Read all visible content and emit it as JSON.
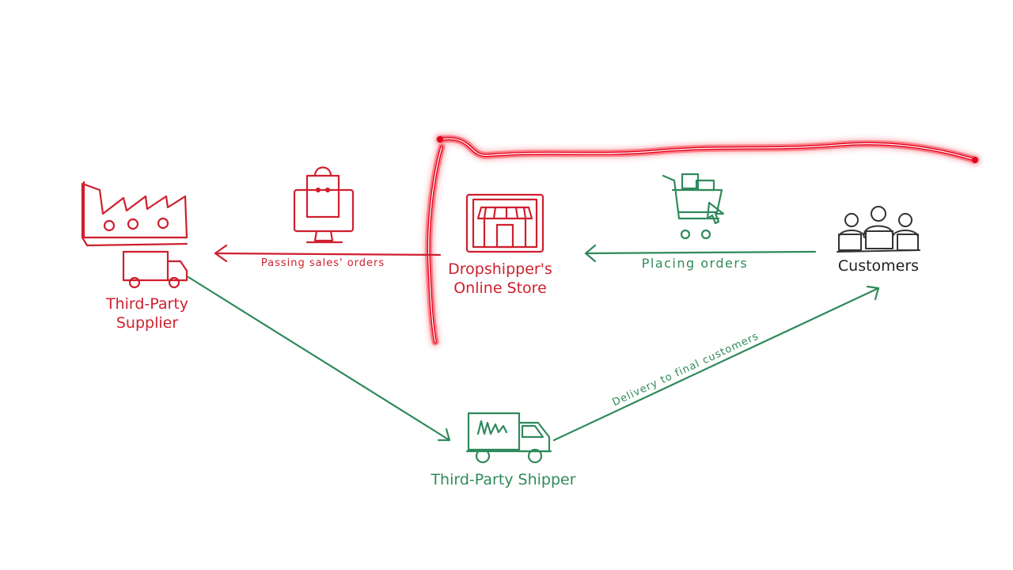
{
  "colors": {
    "supplier_red": "#cf1f2e",
    "shipper_green": "#2f8a5a",
    "customers_ink": "#222222",
    "highlight_red": "#e3001b",
    "background": "#ffffff"
  },
  "nodes": {
    "supplier": {
      "label_line1": "Third-Party",
      "label_line2": "Supplier",
      "icon": "factory-with-truck-icon"
    },
    "store": {
      "label_line1": "Dropshipper's",
      "label_line2": "Online Store",
      "icon": "storefront-monitor-icon"
    },
    "customers": {
      "label": "Customers",
      "icon": "people-at-laptops-icon"
    },
    "shipper": {
      "label": "Third-Party Shipper",
      "icon": "delivery-truck-icon"
    }
  },
  "edges": {
    "placing_orders": {
      "label": "Placing orders",
      "icon": "shopping-cart-icon"
    },
    "passing_orders": {
      "label": "Passing sales' orders",
      "icon": "monitor-shopping-bag-icon"
    },
    "supplier_to_shipper": {
      "label": ""
    },
    "delivery": {
      "label": "Delivery to final customers"
    }
  },
  "highlight": {
    "shape": "red glowing bracket over the store and customers"
  }
}
